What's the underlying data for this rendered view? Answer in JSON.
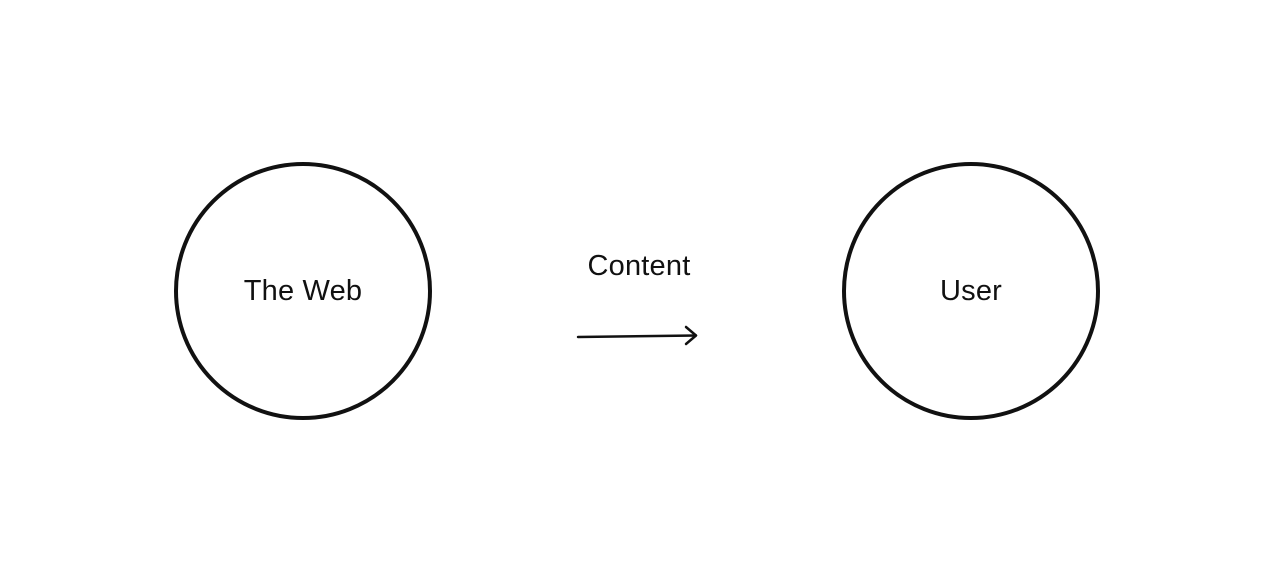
{
  "diagram": {
    "source_node": {
      "label": "The Web"
    },
    "edge": {
      "label": "Content",
      "direction": "source-to-target"
    },
    "target_node": {
      "label": "User"
    }
  }
}
